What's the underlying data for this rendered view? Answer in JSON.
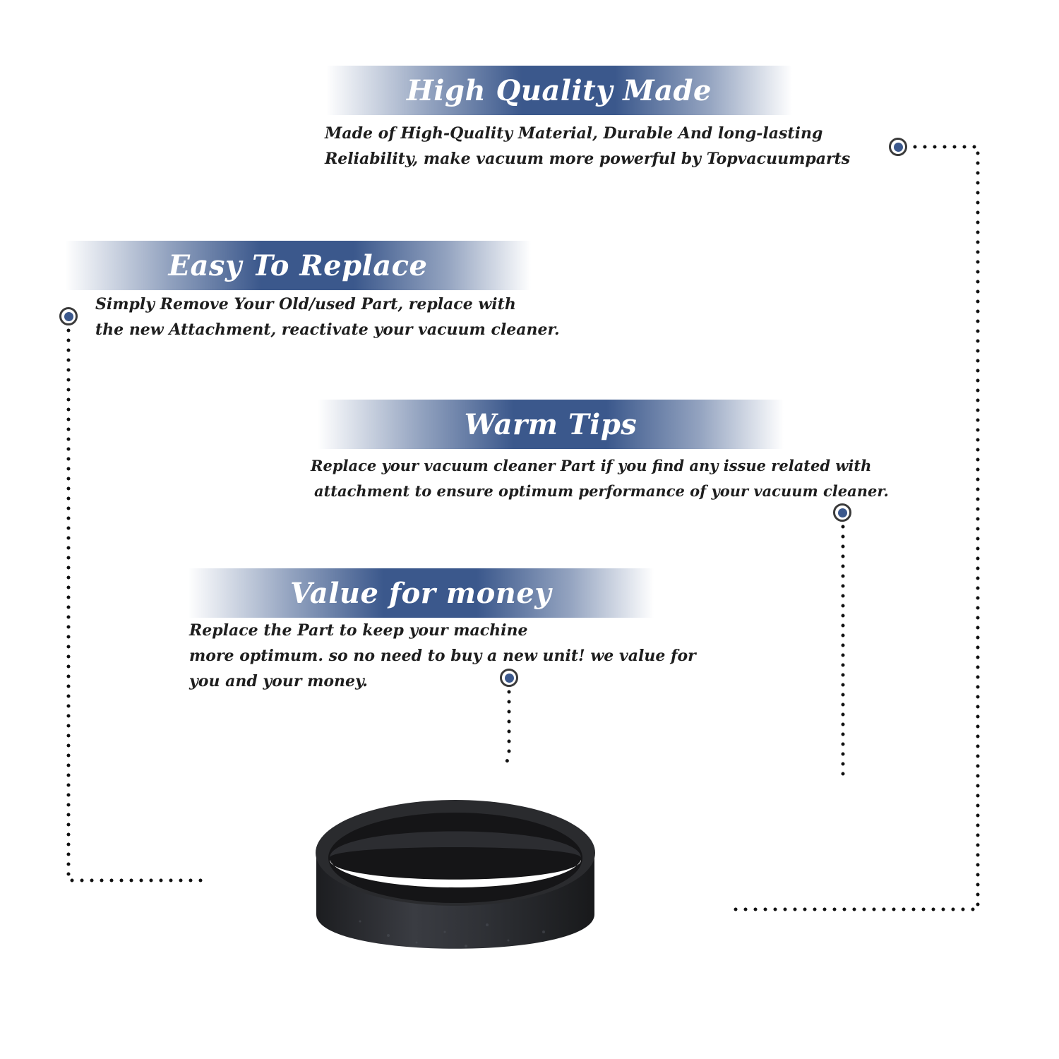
{
  "accent_color": "#3b588c",
  "features": [
    {
      "title": "High Quality Made",
      "lines": [
        "Made of  High-Quality Material, Durable And long-lasting",
        "Reliability, make vacuum more powerful by Topvacuumparts"
      ]
    },
    {
      "title": "Easy To Replace",
      "lines": [
        "Simply Remove Your Old/used Part, replace with",
        "the new Attachment, reactivate your vacuum cleaner."
      ]
    },
    {
      "title": "Warm Tips",
      "lines": [
        "Replace your vacuum cleaner Part if you find any issue related with",
        "attachment to ensure optimum performance of your vacuum cleaner."
      ]
    },
    {
      "title": "Value for money",
      "lines": [
        "Replace the Part to keep your machine",
        "more optimum. so no need to buy a new unit! we value for",
        "you and your money."
      ]
    }
  ],
  "product": {
    "icon": "vacuum-belt-icon",
    "color": "#2a2b2e"
  }
}
